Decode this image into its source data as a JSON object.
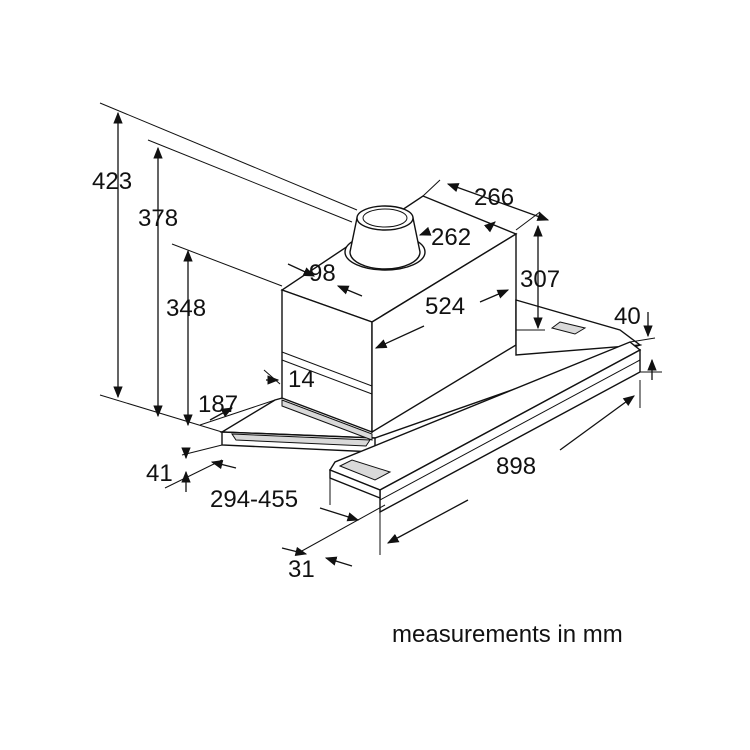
{
  "dimensions": {
    "height_total": "423",
    "height_chimney_top": "378",
    "height_chimney_base": "348",
    "depth_front": "187",
    "gap_14": "14",
    "outlet_offset": "98",
    "outlet_diameter": "262",
    "chimney_depth": "266",
    "chimney_height": "307",
    "chimney_width": "524",
    "visor_height": "40",
    "width_total": "898",
    "pull_out_range": "294-455",
    "visor_depth": "31",
    "bottom_offset": "41"
  },
  "caption": "measurements in mm",
  "colors": {
    "line": "#111111",
    "background": "#ffffff",
    "shade": "#d9d9d9"
  }
}
